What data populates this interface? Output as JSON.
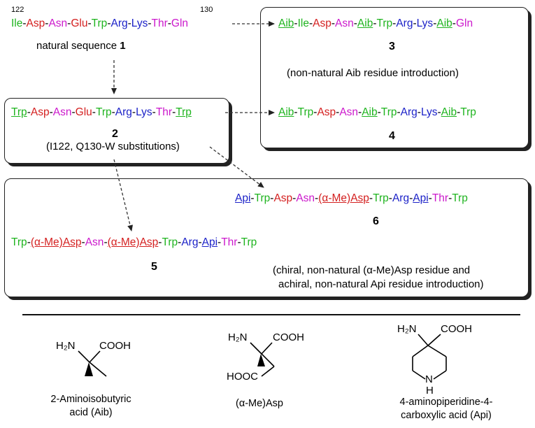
{
  "colors": {
    "green": "#1fb41f",
    "red": "#d42020",
    "magenta": "#cc19cc",
    "blue": "#1c22c8",
    "black": "#000000"
  },
  "seq1": {
    "residue_numbers": [
      "122",
      "130"
    ],
    "residues": [
      {
        "t": "Ile",
        "c": "green"
      },
      {
        "t": "Asp",
        "c": "red"
      },
      {
        "t": "Asn",
        "c": "magenta"
      },
      {
        "t": "Glu",
        "c": "red"
      },
      {
        "t": "Trp",
        "c": "green"
      },
      {
        "t": "Arg",
        "c": "blue"
      },
      {
        "t": "Lys",
        "c": "blue"
      },
      {
        "t": "Thr",
        "c": "magenta"
      },
      {
        "t": "Gln",
        "c": "magenta"
      }
    ],
    "label_prefix": "natural sequence ",
    "label_number": "1"
  },
  "seq2": {
    "residues": [
      {
        "t": "Trp",
        "c": "green",
        "u": true
      },
      {
        "t": "Asp",
        "c": "red"
      },
      {
        "t": "Asn",
        "c": "magenta"
      },
      {
        "t": "Glu",
        "c": "red"
      },
      {
        "t": "Trp",
        "c": "green"
      },
      {
        "t": "Arg",
        "c": "blue"
      },
      {
        "t": "Lys",
        "c": "blue"
      },
      {
        "t": "Thr",
        "c": "magenta"
      },
      {
        "t": "Trp",
        "c": "green",
        "u": true
      }
    ],
    "number": "2",
    "note": "(I122, Q130-W substitutions)"
  },
  "seq3": {
    "residues": [
      {
        "t": "Aib",
        "c": "green",
        "u": true
      },
      {
        "t": "Ile",
        "c": "green"
      },
      {
        "t": "Asp",
        "c": "red"
      },
      {
        "t": "Asn",
        "c": "magenta"
      },
      {
        "t": "Aib",
        "c": "green",
        "u": true
      },
      {
        "t": "Trp",
        "c": "green"
      },
      {
        "t": "Arg",
        "c": "blue"
      },
      {
        "t": "Lys",
        "c": "blue"
      },
      {
        "t": "Aib",
        "c": "green",
        "u": true
      },
      {
        "t": "Gln",
        "c": "magenta"
      }
    ],
    "number": "3"
  },
  "aib_note": "(non-natural Aib residue introduction)",
  "seq4": {
    "residues": [
      {
        "t": "Aib",
        "c": "green",
        "u": true
      },
      {
        "t": "Trp",
        "c": "green"
      },
      {
        "t": "Asp",
        "c": "red"
      },
      {
        "t": "Asn",
        "c": "magenta"
      },
      {
        "t": "Aib",
        "c": "green",
        "u": true
      },
      {
        "t": "Trp",
        "c": "green"
      },
      {
        "t": "Arg",
        "c": "blue"
      },
      {
        "t": "Lys",
        "c": "blue"
      },
      {
        "t": "Aib",
        "c": "green",
        "u": true
      },
      {
        "t": "Trp",
        "c": "green"
      }
    ],
    "number": "4"
  },
  "seq6": {
    "residues": [
      {
        "t": "Api",
        "c": "blue",
        "u": true
      },
      {
        "t": "Trp",
        "c": "green"
      },
      {
        "t": "Asp",
        "c": "red"
      },
      {
        "t": "Asn",
        "c": "magenta"
      },
      {
        "t": "(α-Me)Asp",
        "c": "red",
        "u": true
      },
      {
        "t": "Trp",
        "c": "green"
      },
      {
        "t": "Arg",
        "c": "blue"
      },
      {
        "t": "Api",
        "c": "blue",
        "u": true
      },
      {
        "t": "Thr",
        "c": "magenta"
      },
      {
        "t": "Trp",
        "c": "green"
      }
    ],
    "number": "6"
  },
  "seq5": {
    "residues": [
      {
        "t": "Trp",
        "c": "green"
      },
      {
        "t": "(α-Me)Asp",
        "c": "red",
        "u": true
      },
      {
        "t": "Asn",
        "c": "magenta"
      },
      {
        "t": "(α-Me)Asp",
        "c": "red",
        "u": true
      },
      {
        "t": "Trp",
        "c": "green"
      },
      {
        "t": "Arg",
        "c": "blue"
      },
      {
        "t": "Api",
        "c": "blue",
        "u": true
      },
      {
        "t": "Thr",
        "c": "magenta"
      },
      {
        "t": "Trp",
        "c": "green"
      }
    ],
    "number": "5"
  },
  "chiral_note": {
    "line1": "(chiral, non-natural (α-Me)Asp residue and",
    "line2": "achiral, non-natural Api residue introduction)"
  },
  "structures": {
    "aib": {
      "nh2": "H₂N",
      "cooh": "COOH",
      "name_line1": "2-Aminoisobutyric",
      "name_line2": "acid (Aib)"
    },
    "me_asp": {
      "nh2": "H₂N",
      "cooh": "COOH",
      "side": "HOOC",
      "name_line1": "(α-Me)Asp"
    },
    "api": {
      "nh2": "H₂N",
      "cooh": "COOH",
      "n": "N",
      "h": "H",
      "name_line1": "4-aminopiperidine-4-",
      "name_line2": "carboxylic acid (Api)"
    }
  }
}
